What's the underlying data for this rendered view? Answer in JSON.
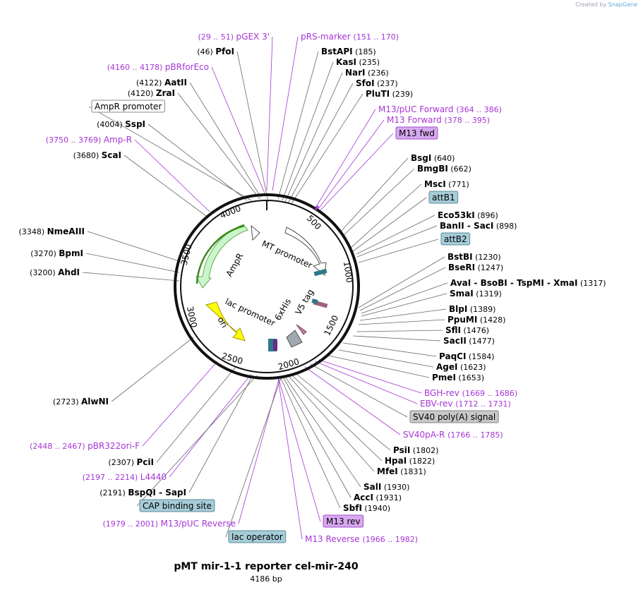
{
  "credit": {
    "prefix": "Created by",
    "brand": "SnapGene"
  },
  "plasmid": {
    "name": "pMT mir-1-1 reporter cel-mir-240",
    "length": "4186 bp"
  },
  "ticks": [
    "500",
    "1000",
    "1500",
    "2000",
    "2500",
    "3000",
    "3500",
    "4000"
  ],
  "features": {
    "mt_promoter": "MT promoter",
    "his": "6xHis",
    "v5": "V5 tag",
    "lac_promoter": "lac promoter",
    "ori": "ori",
    "ampr": "AmpR"
  },
  "labels": [
    {
      "kind": "primer",
      "name": "pGEX 3'",
      "pos": "(29 .. 51)"
    },
    {
      "kind": "primer",
      "name": "pRS-marker",
      "pos": "(151 .. 170)"
    },
    {
      "kind": "enzyme",
      "name": "PfoI",
      "pos": "(46)"
    },
    {
      "kind": "enzyme",
      "name": "BstAPI",
      "pos": "(185)"
    },
    {
      "kind": "enzyme",
      "name": "KasI",
      "pos": "(235)"
    },
    {
      "kind": "primer",
      "name": "pBRforEco",
      "pos": "(4160 .. 4178)"
    },
    {
      "kind": "enzyme",
      "name": "NarI",
      "pos": "(236)"
    },
    {
      "kind": "enzyme",
      "name": "AatII",
      "pos": "(4122)"
    },
    {
      "kind": "enzyme",
      "name": "SfoI",
      "pos": "(237)"
    },
    {
      "kind": "enzyme",
      "name": "ZraI",
      "pos": "(4120)"
    },
    {
      "kind": "enzyme",
      "name": "PluTI",
      "pos": "(239)"
    },
    {
      "kind": "feature",
      "name": "AmpR promoter"
    },
    {
      "kind": "primer",
      "name": "M13/pUC Forward",
      "pos": "(364 .. 386)"
    },
    {
      "kind": "enzyme",
      "name": "SspI",
      "pos": "(4004)"
    },
    {
      "kind": "primer",
      "name": "M13 Forward",
      "pos": "(378 .. 395)"
    },
    {
      "kind": "primer-box",
      "name": "M13 fwd"
    },
    {
      "kind": "primer",
      "name": "Amp-R",
      "pos": "(3750 .. 3769)"
    },
    {
      "kind": "enzyme",
      "name": "ScaI",
      "pos": "(3680)"
    },
    {
      "kind": "enzyme",
      "name": "BsgI",
      "pos": "(640)"
    },
    {
      "kind": "enzyme",
      "name": "BmgBI",
      "pos": "(662)"
    },
    {
      "kind": "enzyme",
      "name": "MscI",
      "pos": "(771)"
    },
    {
      "kind": "feature-teal",
      "name": "attB1"
    },
    {
      "kind": "enzyme",
      "name": "Eco53kI",
      "pos": "(896)"
    },
    {
      "kind": "enzyme2",
      "name": "BanII",
      "name2": "SacI",
      "pos": "(898)"
    },
    {
      "kind": "enzyme",
      "name": "NmeAIII",
      "pos": "(3348)"
    },
    {
      "kind": "feature-teal",
      "name": "attB2"
    },
    {
      "kind": "enzyme",
      "name": "BpmI",
      "pos": "(3270)"
    },
    {
      "kind": "enzyme",
      "name": "BstBI",
      "pos": "(1230)"
    },
    {
      "kind": "enzyme",
      "name": "BseRI",
      "pos": "(1247)"
    },
    {
      "kind": "enzyme",
      "name": "AhdI",
      "pos": "(3200)"
    },
    {
      "kind": "enzyme4",
      "name": "AvaI",
      "name2": "BsoBI",
      "name3": "TspMI",
      "name4": "XmaI",
      "pos": "(1317)"
    },
    {
      "kind": "enzyme",
      "name": "SmaI",
      "pos": "(1319)"
    },
    {
      "kind": "enzyme",
      "name": "BlpI",
      "pos": "(1389)"
    },
    {
      "kind": "enzyme",
      "name": "PpuMI",
      "pos": "(1428)"
    },
    {
      "kind": "enzyme",
      "name": "SflI",
      "pos": "(1476)"
    },
    {
      "kind": "enzyme",
      "name": "SacII",
      "pos": "(1477)"
    },
    {
      "kind": "enzyme",
      "name": "PaqCI",
      "pos": "(1584)"
    },
    {
      "kind": "enzyme",
      "name": "AgeI",
      "pos": "(1623)"
    },
    {
      "kind": "enzyme",
      "name": "PmeI",
      "pos": "(1653)"
    },
    {
      "kind": "primer",
      "name": "BGH-rev",
      "pos": "(1669 .. 1686)"
    },
    {
      "kind": "enzyme",
      "name": "AlwNI",
      "pos": "(2723)"
    },
    {
      "kind": "primer",
      "name": "EBV-rev",
      "pos": "(1712 .. 1731)"
    },
    {
      "kind": "feature-grey",
      "name": "SV40 poly(A) signal"
    },
    {
      "kind": "primer",
      "name": "SV40pA-R",
      "pos": "(1766 .. 1785)"
    },
    {
      "kind": "primer",
      "name": "pBR322ori-F",
      "pos": "(2448 .. 2467)"
    },
    {
      "kind": "enzyme",
      "name": "PsiI",
      "pos": "(1802)"
    },
    {
      "kind": "enzyme",
      "name": "PciI",
      "pos": "(2307)"
    },
    {
      "kind": "enzyme",
      "name": "HpaI",
      "pos": "(1822)"
    },
    {
      "kind": "enzyme",
      "name": "MfeI",
      "pos": "(1831)"
    },
    {
      "kind": "primer",
      "name": "L4440",
      "pos": "(2197 .. 2214)"
    },
    {
      "kind": "enzyme",
      "name": "SalI",
      "pos": "(1930)"
    },
    {
      "kind": "enzyme2",
      "name": "BspQI",
      "name2": "SapI",
      "pos": "(2191)"
    },
    {
      "kind": "enzyme",
      "name": "AccI",
      "pos": "(1931)"
    },
    {
      "kind": "feature-teal",
      "name": "CAP binding site"
    },
    {
      "kind": "enzyme",
      "name": "SbfI",
      "pos": "(1940)"
    },
    {
      "kind": "primer",
      "name": "M13/pUC Reverse",
      "pos": "(1979 .. 2001)"
    },
    {
      "kind": "primer-box",
      "name": "M13 rev"
    },
    {
      "kind": "feature-teal",
      "name": "lac operator"
    },
    {
      "kind": "primer",
      "name": "M13 Reverse",
      "pos": "(1966 .. 1982)"
    }
  ]
}
